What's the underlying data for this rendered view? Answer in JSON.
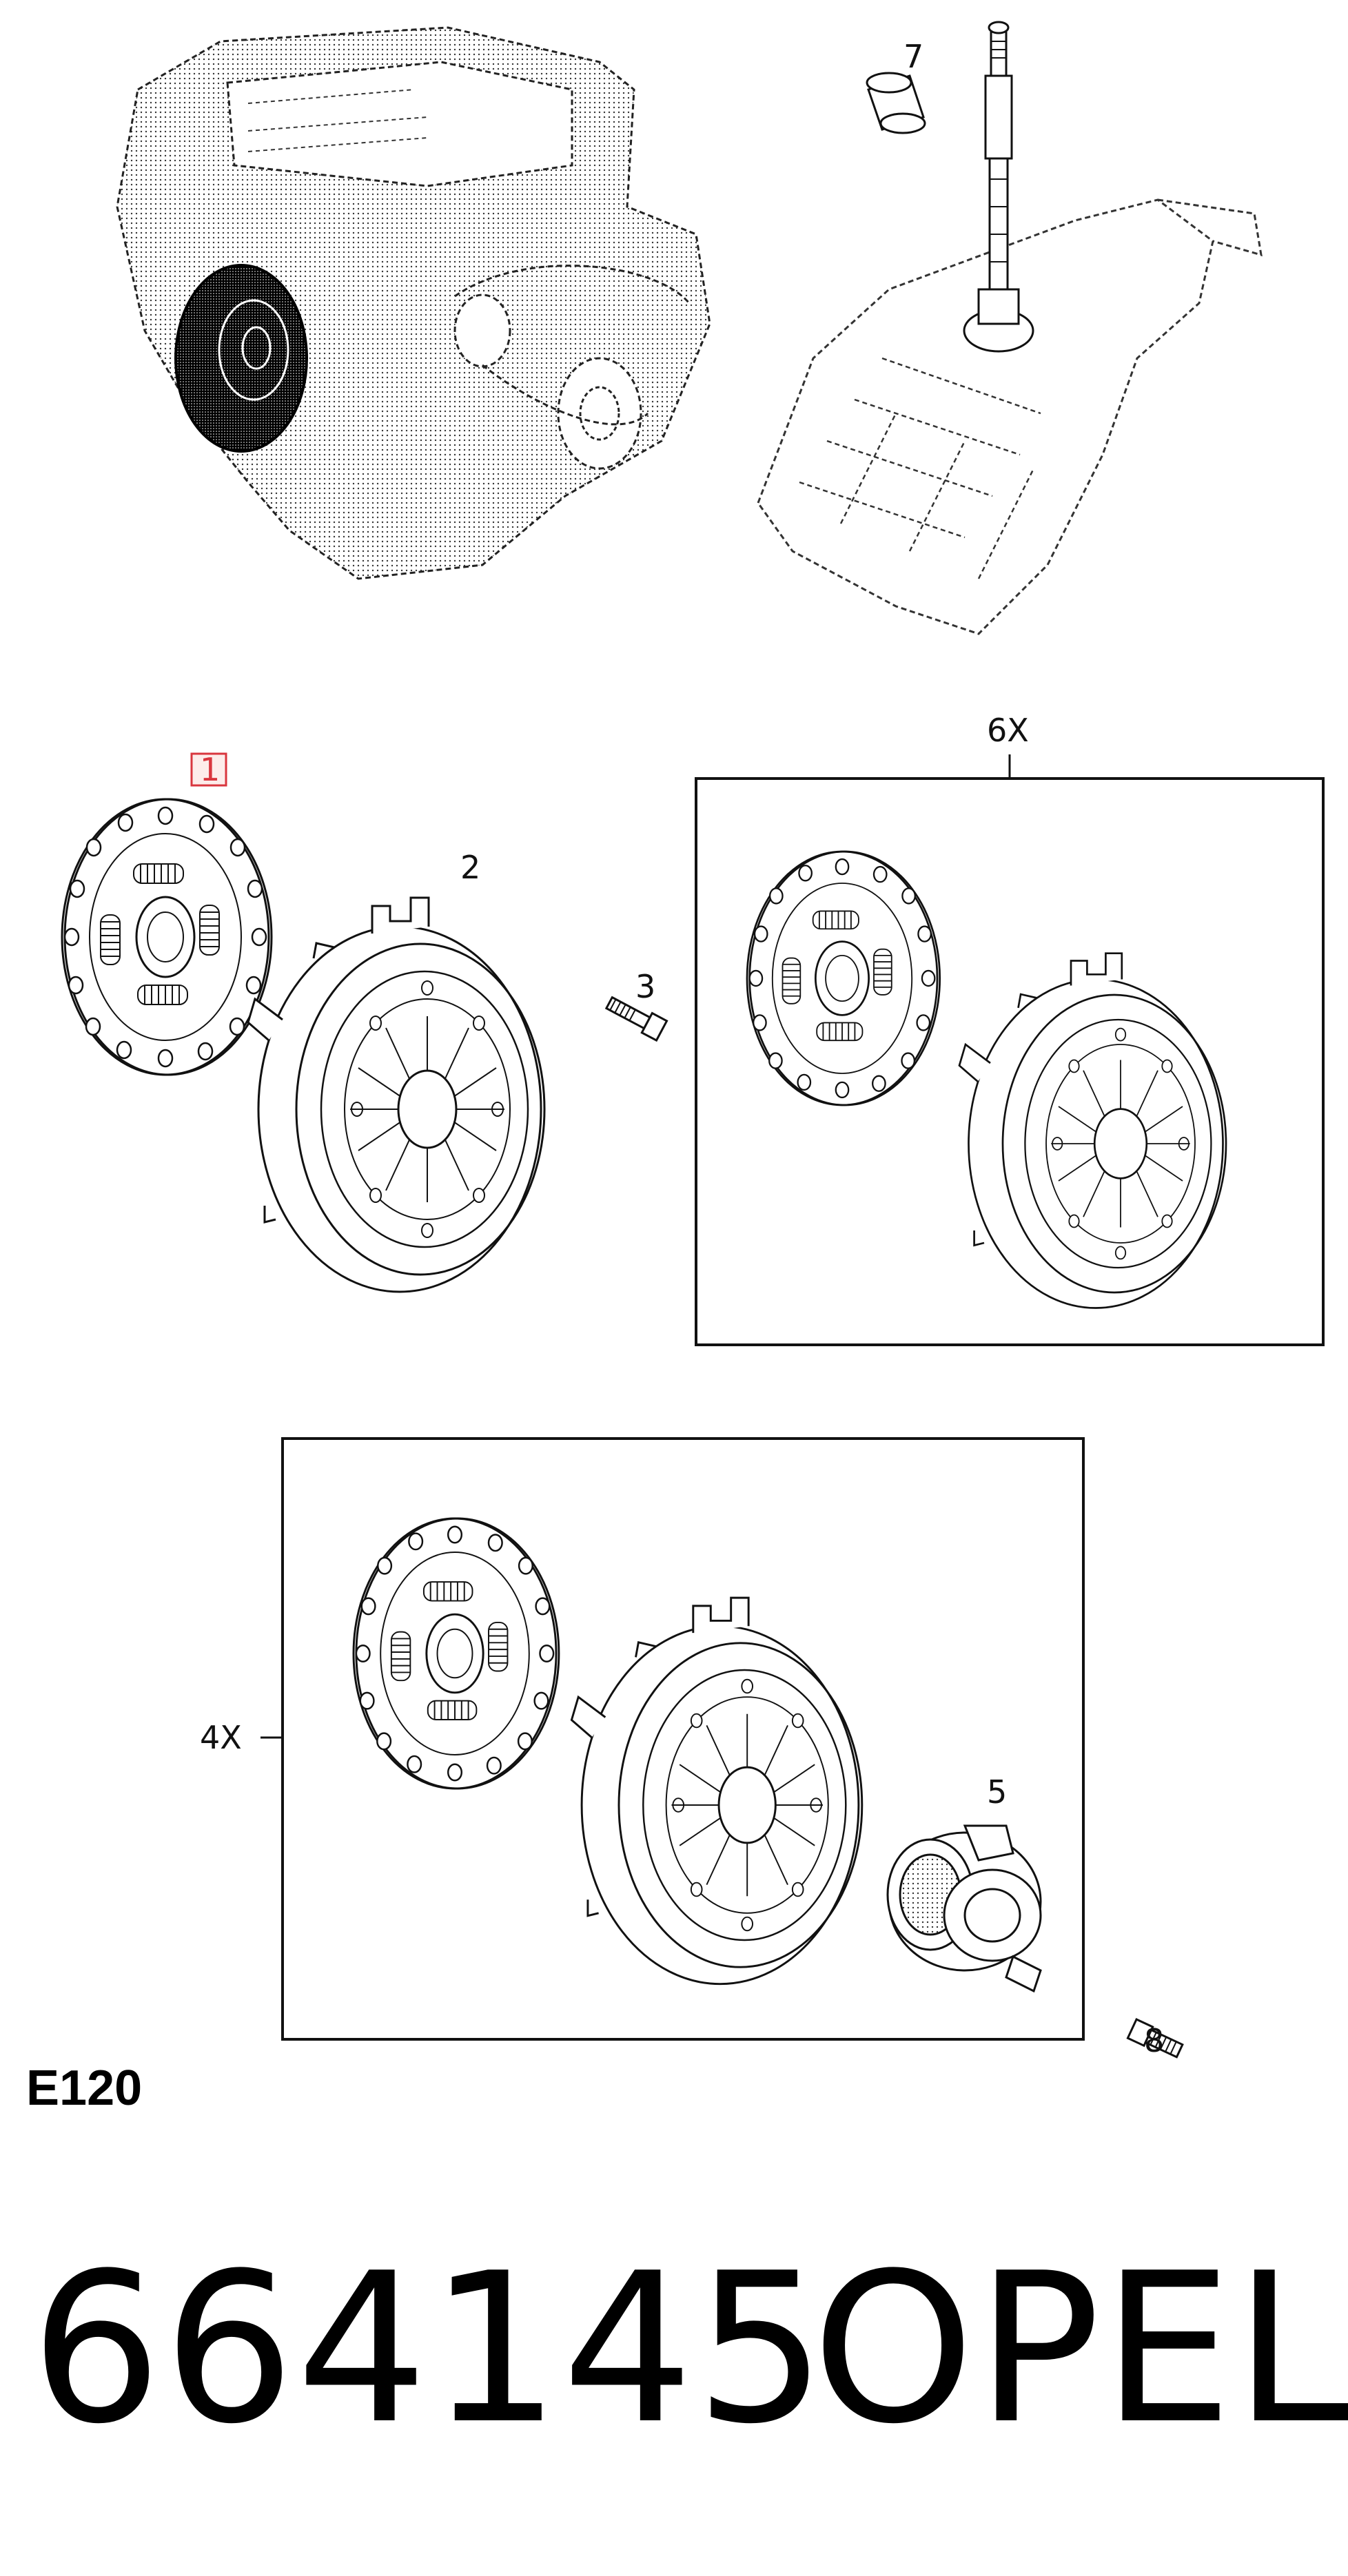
{
  "callouts": {
    "item_1": "1",
    "item_2": "2",
    "item_3": "3",
    "item_5": "5",
    "item_7": "7",
    "item_8": "8",
    "qty_kit_6": "6X",
    "qty_kit_4": "4X"
  },
  "group_code": "E120",
  "part_number": "664145",
  "brand": "OPEL",
  "colors": {
    "line": "#111111",
    "highlight": "#d9363e"
  }
}
